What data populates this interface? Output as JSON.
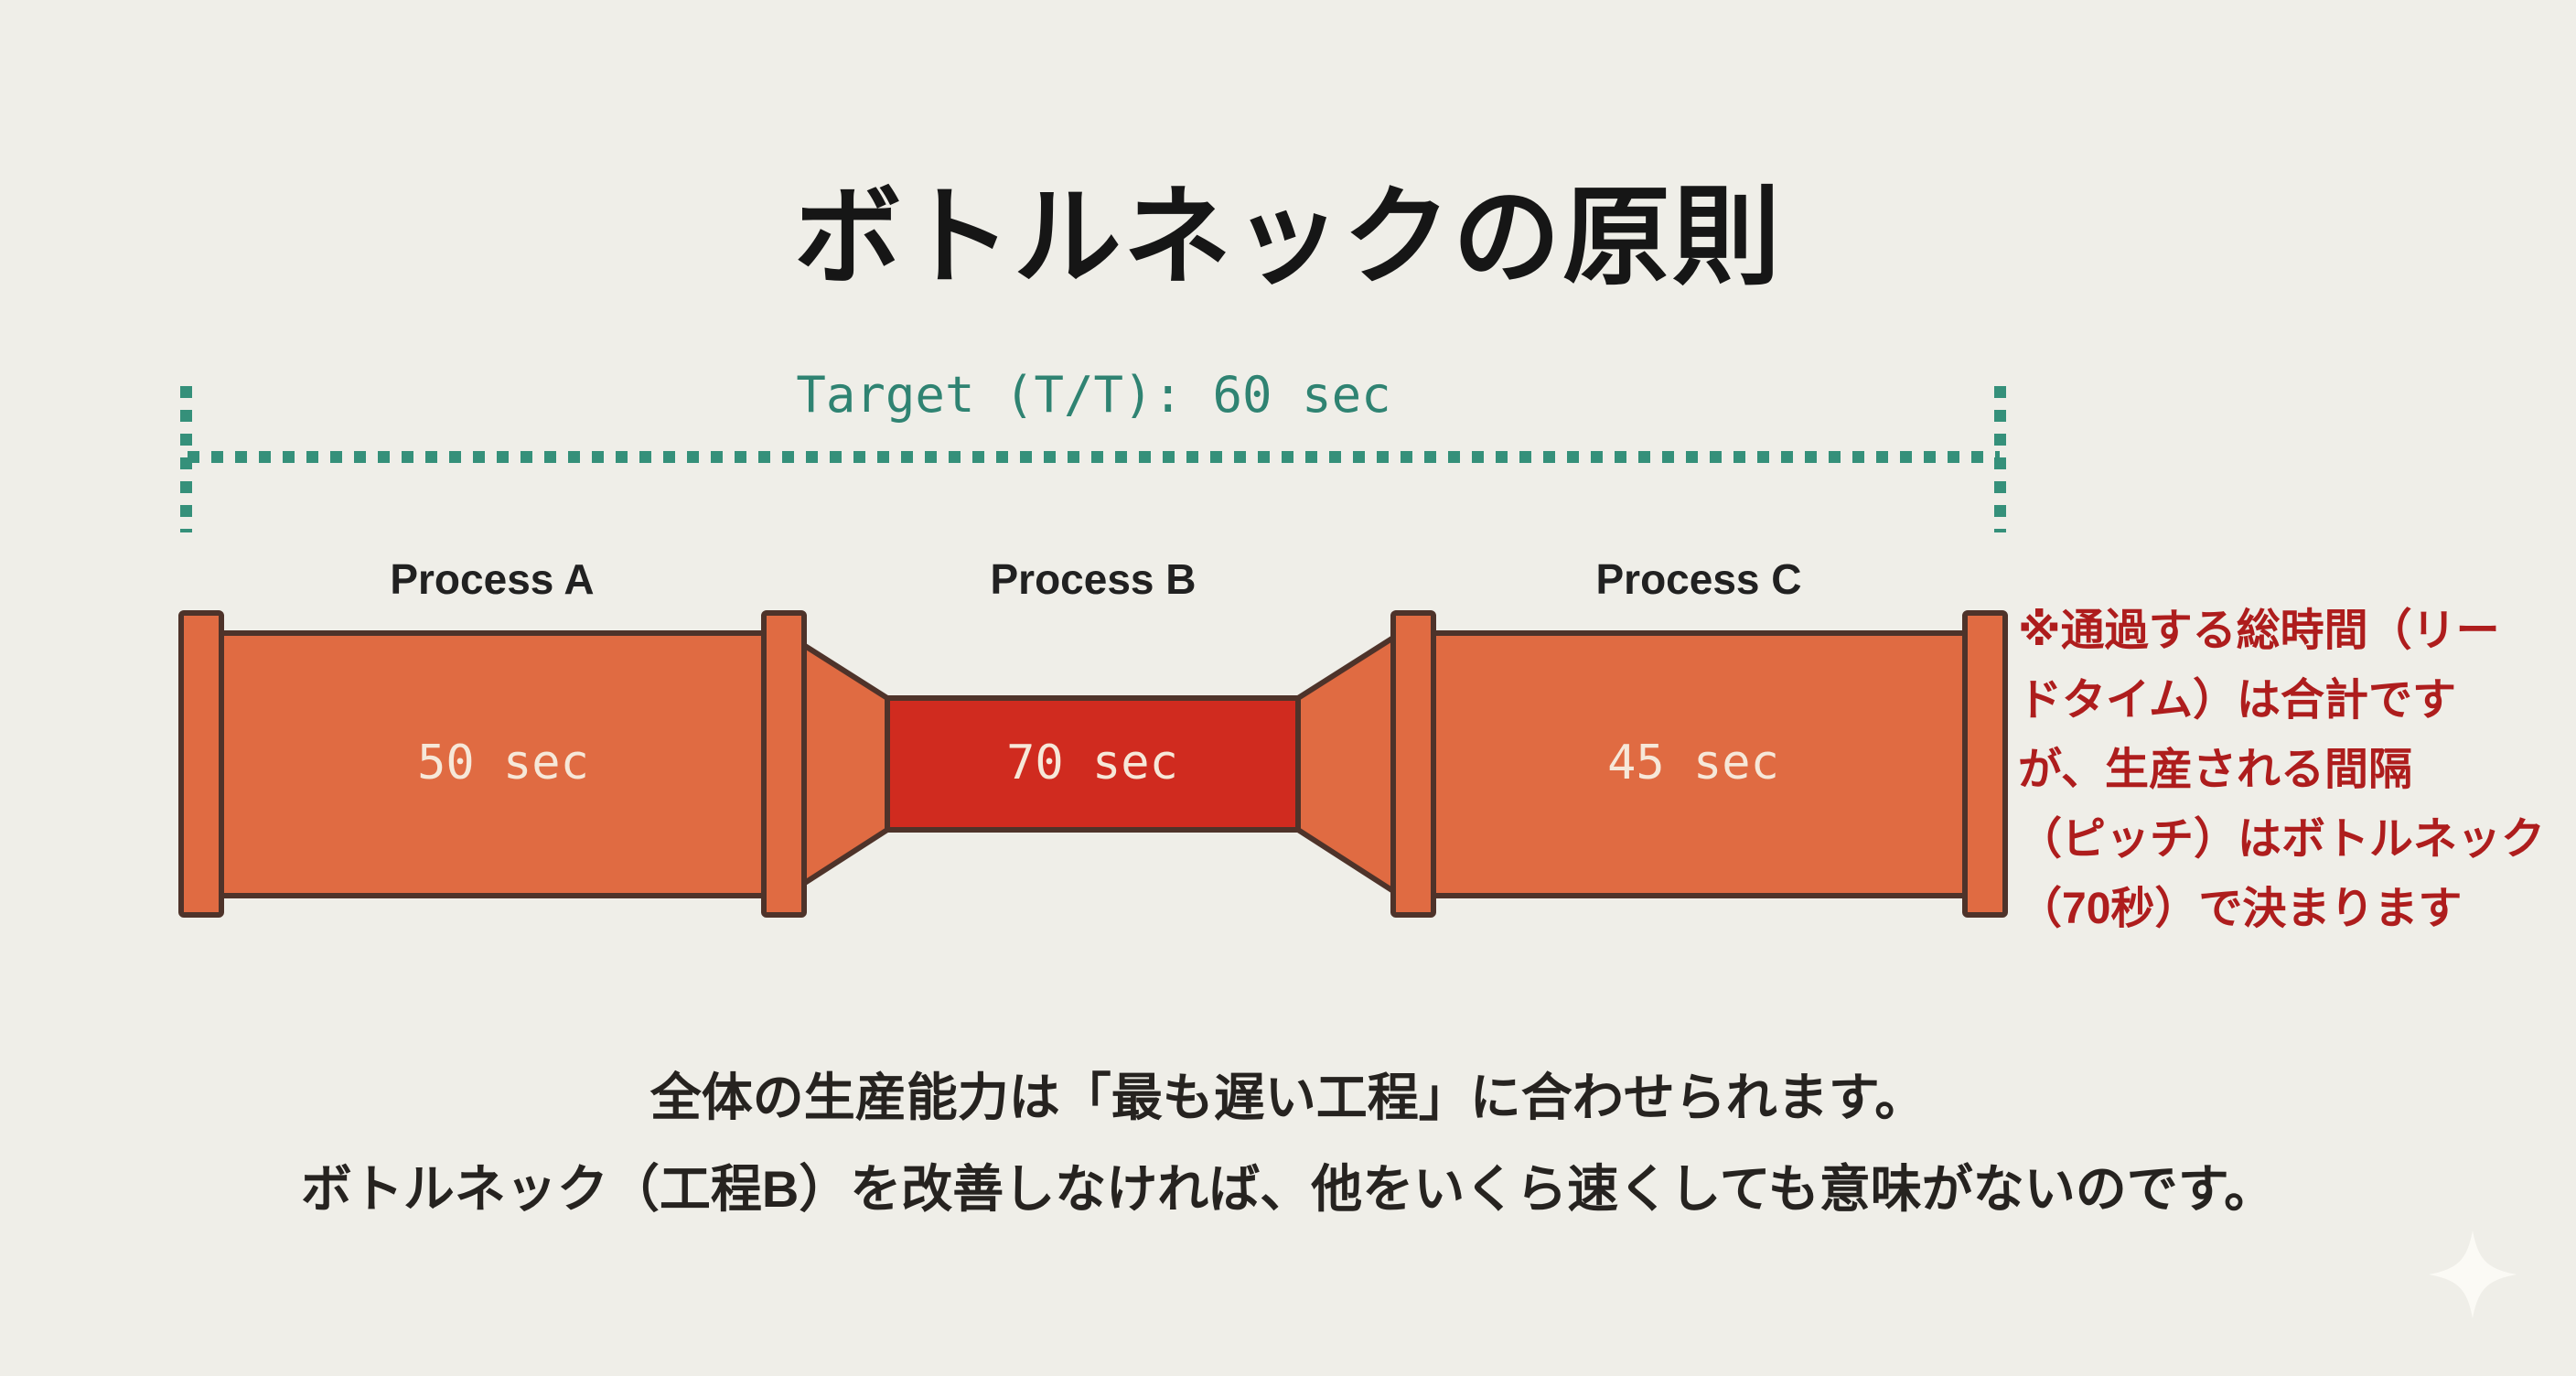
{
  "title": "ボトルネックの原則",
  "target": {
    "label": "Target (T/T): 60 sec"
  },
  "processes": [
    {
      "label": "Process A",
      "time": "50 sec",
      "is_bottleneck": false
    },
    {
      "label": "Process B",
      "time": "70 sec",
      "is_bottleneck": true
    },
    {
      "label": "Process C",
      "time": "45 sec",
      "is_bottleneck": false
    }
  ],
  "annotation": {
    "lines": [
      "※通過する総時間（リー",
      "ドタイム）は合計です",
      "が、生産される間隔",
      "（ピッチ）はボトルネック",
      "（70秒）で決まります"
    ]
  },
  "footer": {
    "line1": "全体の生産能力は「最も遅い工程」に合わせられます。",
    "line2": "ボトルネック（工程B）を改善しなければ、他をいくら速くしても意味がないのです。"
  },
  "icons": {
    "sparkle": "four-pointed-sparkle"
  },
  "colors": {
    "background": "#efeee8",
    "pipe_orange": "#e06b42",
    "bottleneck_red": "#d02b1f",
    "outline_brown": "#4e332a",
    "target_teal": "#35907a",
    "annotation_red": "#ae1d1d",
    "title_black": "#161616",
    "time_text_cream": "#f6e8d9",
    "footer_text": "#262320"
  }
}
